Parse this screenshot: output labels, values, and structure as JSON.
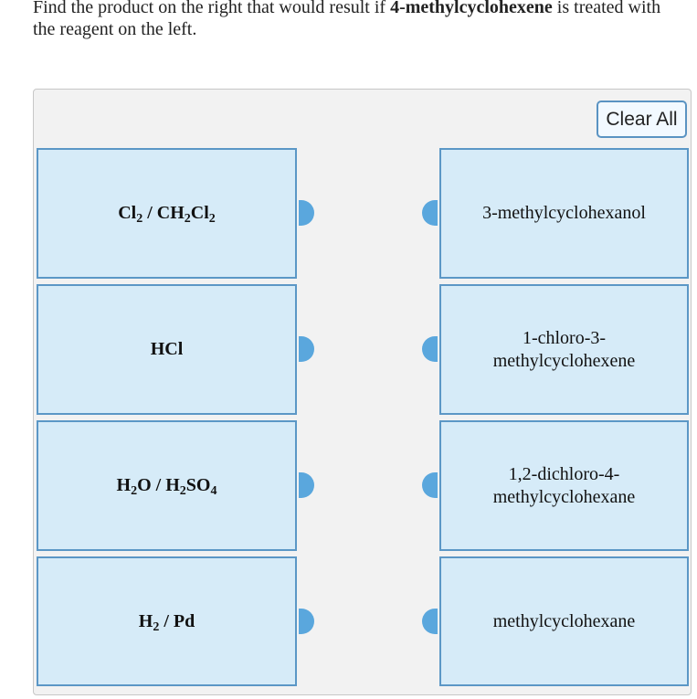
{
  "question": {
    "before": "Find the product on the right that would result if ",
    "compound": "4-methylcyclohexene",
    "after": " is treated with the reagent on the left."
  },
  "clear_all_label": "Clear All",
  "reagents": [
    {
      "parts": [
        "Cl",
        "2",
        " / CH",
        "2",
        "Cl",
        "2"
      ]
    },
    {
      "parts": [
        "HCl"
      ]
    },
    {
      "parts": [
        "H",
        "2",
        "O / H",
        "2",
        "SO",
        "4"
      ]
    },
    {
      "parts": [
        "H",
        "2",
        " / Pd"
      ]
    }
  ],
  "products": [
    "3-methylcyclohexanol",
    "1-chloro-3-methylcyclohexene",
    "1,2-dichloro-4-methylcyclohexane",
    "methylcyclohexane"
  ],
  "colors": {
    "card_fill": "#d6ebf8",
    "card_border": "#5b97c6",
    "connector": "#5aa7dd",
    "board_bg": "#f2f2f2"
  }
}
